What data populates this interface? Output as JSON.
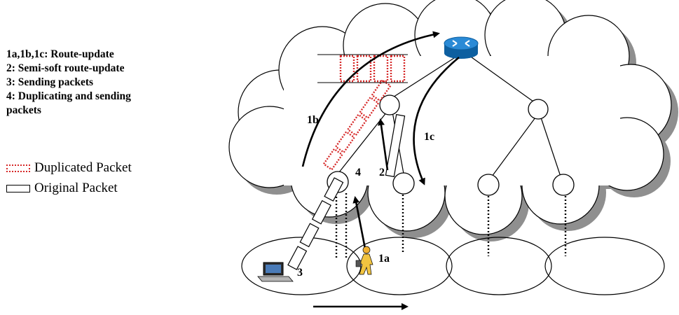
{
  "legend": {
    "lines": [
      "1a,1b,1c: Route-update",
      "2: Semi-soft route-update",
      "3: Sending packets",
      "4: Duplicating and sending",
      "packets"
    ],
    "duplicated_packet": "Duplicated Packet",
    "original_packet": "Original Packet"
  },
  "labels": {
    "l1a": "1a",
    "l1b": "1b",
    "l1c": "1c",
    "l2": "2",
    "l3": "3",
    "l4": "4"
  },
  "colors": {
    "duplicate": "#d62828",
    "router": "#1f7fc4",
    "shadow": "#8f8f8f"
  },
  "icons": [
    "router-icon",
    "laptop-icon",
    "mobile-user-icon"
  ]
}
